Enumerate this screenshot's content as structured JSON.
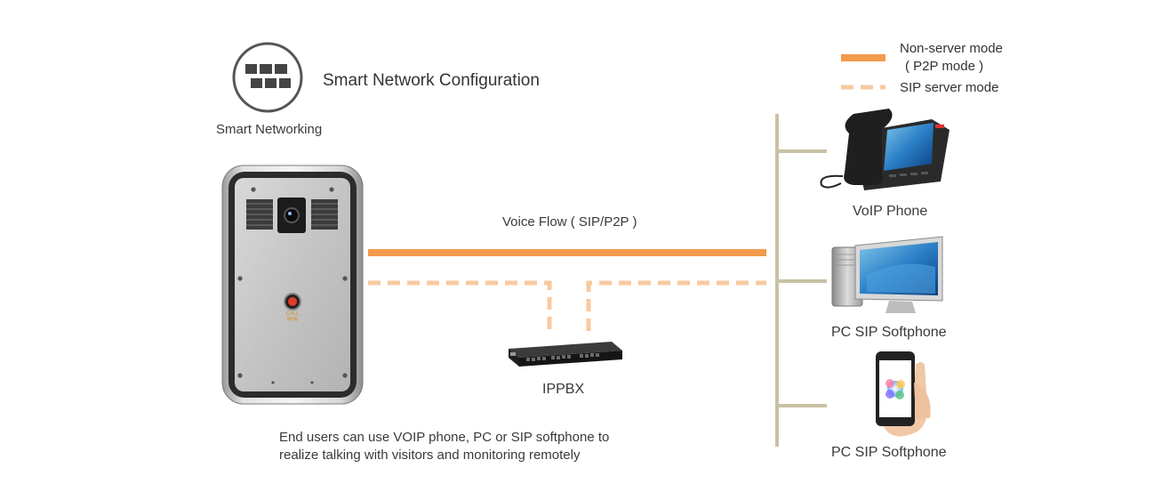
{
  "header": {
    "title": "Smart Network Configuration",
    "icon_label": "Smart Networking",
    "icon": "grid-blocks-icon"
  },
  "legend": {
    "items": [
      {
        "label_lines": [
          "Non-server mode",
          "( P2P mode )"
        ],
        "style": "solid"
      },
      {
        "label_lines": [
          "SIP server mode"
        ],
        "style": "dashed"
      }
    ]
  },
  "flow": {
    "voice_label": "Voice Flow ( SIP/P2P )"
  },
  "devices": {
    "ippbx": "IPPBX",
    "voip_phone": "VoIP Phone",
    "pc_softphone": "PC SIP Softphone",
    "mobile_softphone": "PC SIP Softphone",
    "intercom_button_text": [
      "CALL",
      "呼叫"
    ]
  },
  "caption": {
    "lines": [
      "End users can use VOIP phone, PC or SIP softphone to",
      "realize talking with visitors and monitoring remotely"
    ]
  },
  "colors": {
    "solid_line": "#f39a4c",
    "dashed_line": "#f8c9a0",
    "bus_line": "#c9c1a3",
    "icon_ring": "#555555"
  }
}
